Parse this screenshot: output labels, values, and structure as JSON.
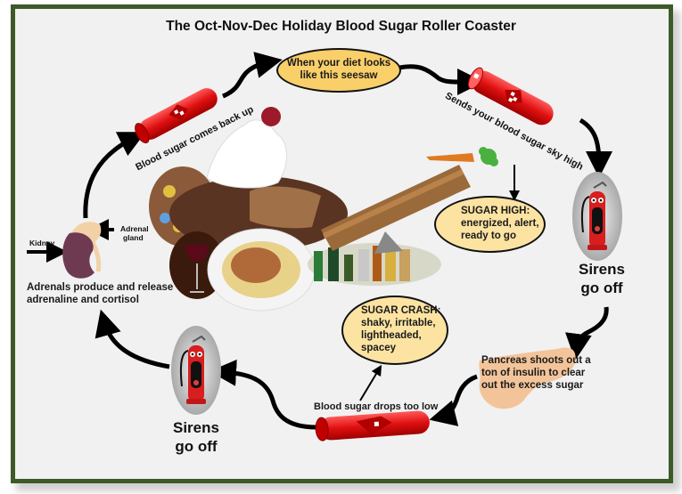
{
  "title": "The Oct-Nov-Dec Holiday Blood Sugar Roller Coaster",
  "colors": {
    "frame": "#3e5a28",
    "background": "#f1f1f1",
    "oval_fill": "#f9cf6a",
    "oval_fill_light": "#fce3a2",
    "blood_tube": "#e01818",
    "pancreas": "#f3c49a",
    "kidney": "#6e3a52"
  },
  "nodes": {
    "diet_oval": "When your diet looks like this seesaw",
    "sky_high_label": "Sends your blood sugar sky high",
    "sugar_high": {
      "heading": "SUGAR HIGH:",
      "line1": "energized, alert,",
      "line2": "ready to go"
    },
    "sirens_right": {
      "line1": "Sirens",
      "line2": "go off"
    },
    "pancreas_label": {
      "line1": "Pancreas shoots out a",
      "line2": "ton of insulin to clear",
      "line3": "out the excess sugar"
    },
    "drops_low_label": "Blood sugar drops too low",
    "sugar_crash": {
      "heading": "SUGAR CRASH:",
      "line1": "shaky, irritable,",
      "line2": "lightheaded,",
      "line3": "spacey"
    },
    "sirens_left": {
      "line1": "Sirens",
      "line2": "go off"
    },
    "adrenals_label": {
      "line1": "Adrenals  produce and release",
      "line2": "adrenaline and cortisol"
    },
    "kidney_label": "Kidney",
    "adrenal_gland_label": {
      "line1": "Adrenal",
      "line2": "gland"
    },
    "comes_back_up_label": "Blood sugar comes back up"
  },
  "icons": [
    "blood-tube-icon",
    "fire-extinguisher-icon",
    "kidney-icon",
    "pancreas-icon",
    "food-collage-image",
    "seesaw-icon",
    "carrot-icon"
  ]
}
